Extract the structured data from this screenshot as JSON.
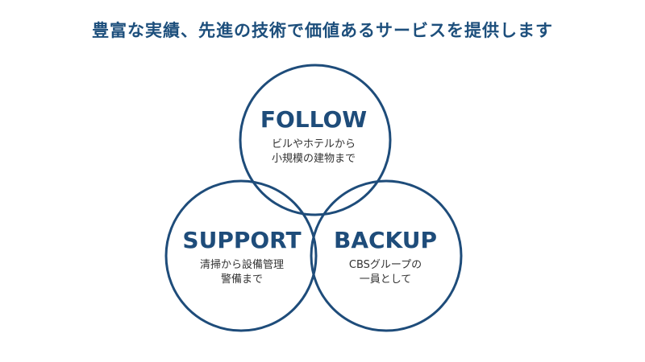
{
  "headline": "豊富な実績、先進の技術で価値あるサービスを提供します",
  "colors": {
    "accent": "#1e4c7a",
    "headline": "#1d4f7c",
    "body_text": "#333333"
  },
  "circles": [
    {
      "title": "FOLLOW",
      "lines": [
        "ビルやホテルから",
        "小規模の建物まで"
      ]
    },
    {
      "title": "SUPPORT",
      "lines": [
        "清掃から設備管理",
        "警備まで"
      ]
    },
    {
      "title": "BACKUP",
      "lines": [
        "CBSグループの",
        "一員として"
      ]
    }
  ]
}
